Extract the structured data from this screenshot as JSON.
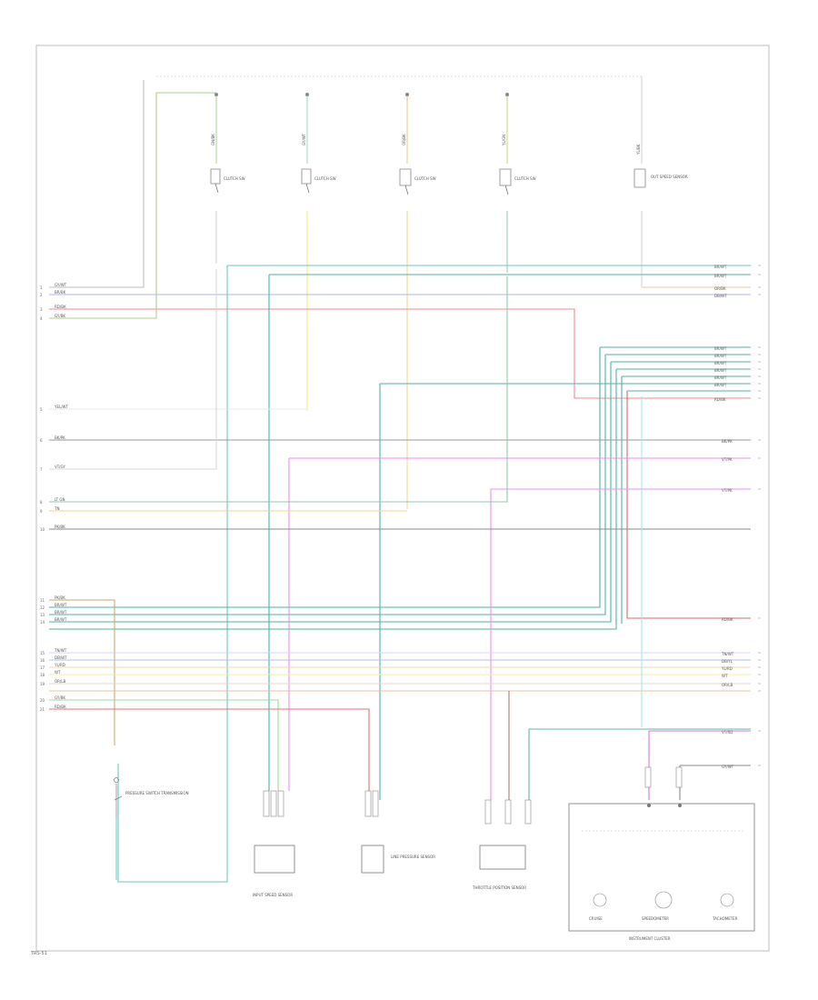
{
  "diagram": {
    "footer_code": "TRS-51",
    "sensors": [
      {
        "label": "CLUTCH SW"
      },
      {
        "label": "CLUTCH SW"
      },
      {
        "label": "CLUTCH SW"
      },
      {
        "label": "CLUTCH SW"
      }
    ],
    "top_right_label": "OUT SPEED SENSOR",
    "left_wires": [
      {
        "label": "GY/WT",
        "pin": "1"
      },
      {
        "label": "BR/BK",
        "pin": "2"
      },
      {
        "label": "RD/BK",
        "pin": "3"
      },
      {
        "label": "GY/BK",
        "pin": "4"
      },
      {
        "label": "YEL/WT",
        "pin": "5"
      },
      {
        "label": "BK/PK",
        "pin": "6"
      },
      {
        "label": "VT/GY",
        "pin": "7"
      },
      {
        "label": "LT GN",
        "pin": "8"
      },
      {
        "label": "TN",
        "pin": "9"
      },
      {
        "label": "PK/BK",
        "pin": "10"
      },
      {
        "label": "PK/BK",
        "pin": "11"
      },
      {
        "label": "BR/WT",
        "pin": "12"
      },
      {
        "label": "BR/WT",
        "pin": "13"
      },
      {
        "label": "BR/WT",
        "pin": "14"
      },
      {
        "label": "TN/WT",
        "pin": "15"
      },
      {
        "label": "DB/WT",
        "pin": "16"
      },
      {
        "label": "YL/RD",
        "pin": "17"
      },
      {
        "label": "WT",
        "pin": "18"
      },
      {
        "label": "OR/LB",
        "pin": "19"
      },
      {
        "label": "GY/BK",
        "pin": "20"
      },
      {
        "label": "RD/BK",
        "pin": "21"
      }
    ],
    "right_wires": [
      {
        "label": "BR/WT"
      },
      {
        "label": "BR/WT"
      },
      {
        "label": "OR/BK"
      },
      {
        "label": "DB/WT"
      },
      {
        "label": "BR/WT"
      },
      {
        "label": "BR/WT"
      },
      {
        "label": "BR/WT"
      },
      {
        "label": "BR/WT"
      },
      {
        "label": "BR/WT"
      },
      {
        "label": "BR/WT"
      },
      {
        "label": "RD/BK"
      },
      {
        "label": "BK/PK"
      },
      {
        "label": "VT/PK"
      },
      {
        "label": "VT/PK"
      },
      {
        "label": "RD/BK"
      },
      {
        "label": "TN/WT"
      },
      {
        "label": "DB/YL"
      },
      {
        "label": "YL/RD"
      },
      {
        "label": "WT"
      },
      {
        "label": "OR/LB"
      },
      {
        "label": "VT/RD"
      },
      {
        "label": "GY/WT"
      }
    ],
    "components": {
      "pressure_switch": "PRESSURE SWITCH TRANSMISSION",
      "input_speed_sensor": "INPUT SPEED SENSOR",
      "line_pressure_sensor": "LINE PRESSURE SENSOR",
      "throttle_position": "THROTTLE POSITION SENSOR",
      "instrument_cluster": "INSTRUMENT CLUSTER",
      "cluster_gauges": [
        "CRUISE",
        "SPEEDOMETER",
        "TACHOMETER"
      ]
    }
  }
}
